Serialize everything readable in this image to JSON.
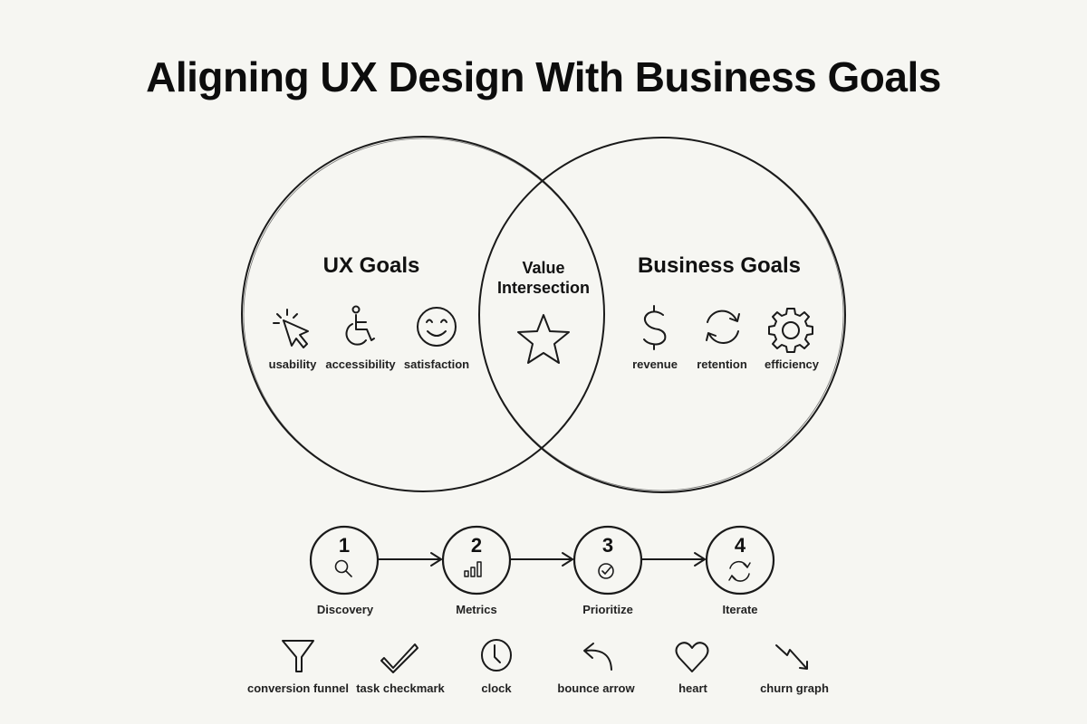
{
  "title": "Aligning UX Design With Business Goals",
  "venn": {
    "left": {
      "heading": "UX Goals",
      "items": [
        {
          "label": "usability",
          "icon": "cursor-click-icon"
        },
        {
          "label": "accessibility",
          "icon": "wheelchair-icon"
        },
        {
          "label": "satisfaction",
          "icon": "smiley-face-icon"
        }
      ]
    },
    "intersection": {
      "heading_line1": "Value",
      "heading_line2": "Intersection",
      "icon": "star-icon"
    },
    "right": {
      "heading": "Business Goals",
      "items": [
        {
          "label": "revenue",
          "icon": "dollar-sign-icon"
        },
        {
          "label": "retention",
          "icon": "refresh-cycle-icon"
        },
        {
          "label": "efficiency",
          "icon": "gear-icon"
        }
      ]
    }
  },
  "process": {
    "steps": [
      {
        "number": "1",
        "label": "Discovery",
        "icon": "magnifier-icon"
      },
      {
        "number": "2",
        "label": "Metrics",
        "icon": "bar-chart-icon"
      },
      {
        "number": "3",
        "label": "Prioritize",
        "icon": "check-circle-icon"
      },
      {
        "number": "4",
        "label": "Iterate",
        "icon": "refresh-cycle-icon"
      }
    ]
  },
  "metric_icons": [
    {
      "label": "conversion funnel",
      "icon": "funnel-icon"
    },
    {
      "label": "task checkmark",
      "icon": "checkmark-icon"
    },
    {
      "label": "clock",
      "icon": "clock-icon"
    },
    {
      "label": "bounce arrow",
      "icon": "bounce-arrow-icon"
    },
    {
      "label": "heart",
      "icon": "heart-icon"
    },
    {
      "label": "churn graph",
      "icon": "churn-graph-icon"
    }
  ],
  "colors": {
    "background": "#f6f6f2",
    "ink": "#1a1a1a"
  }
}
